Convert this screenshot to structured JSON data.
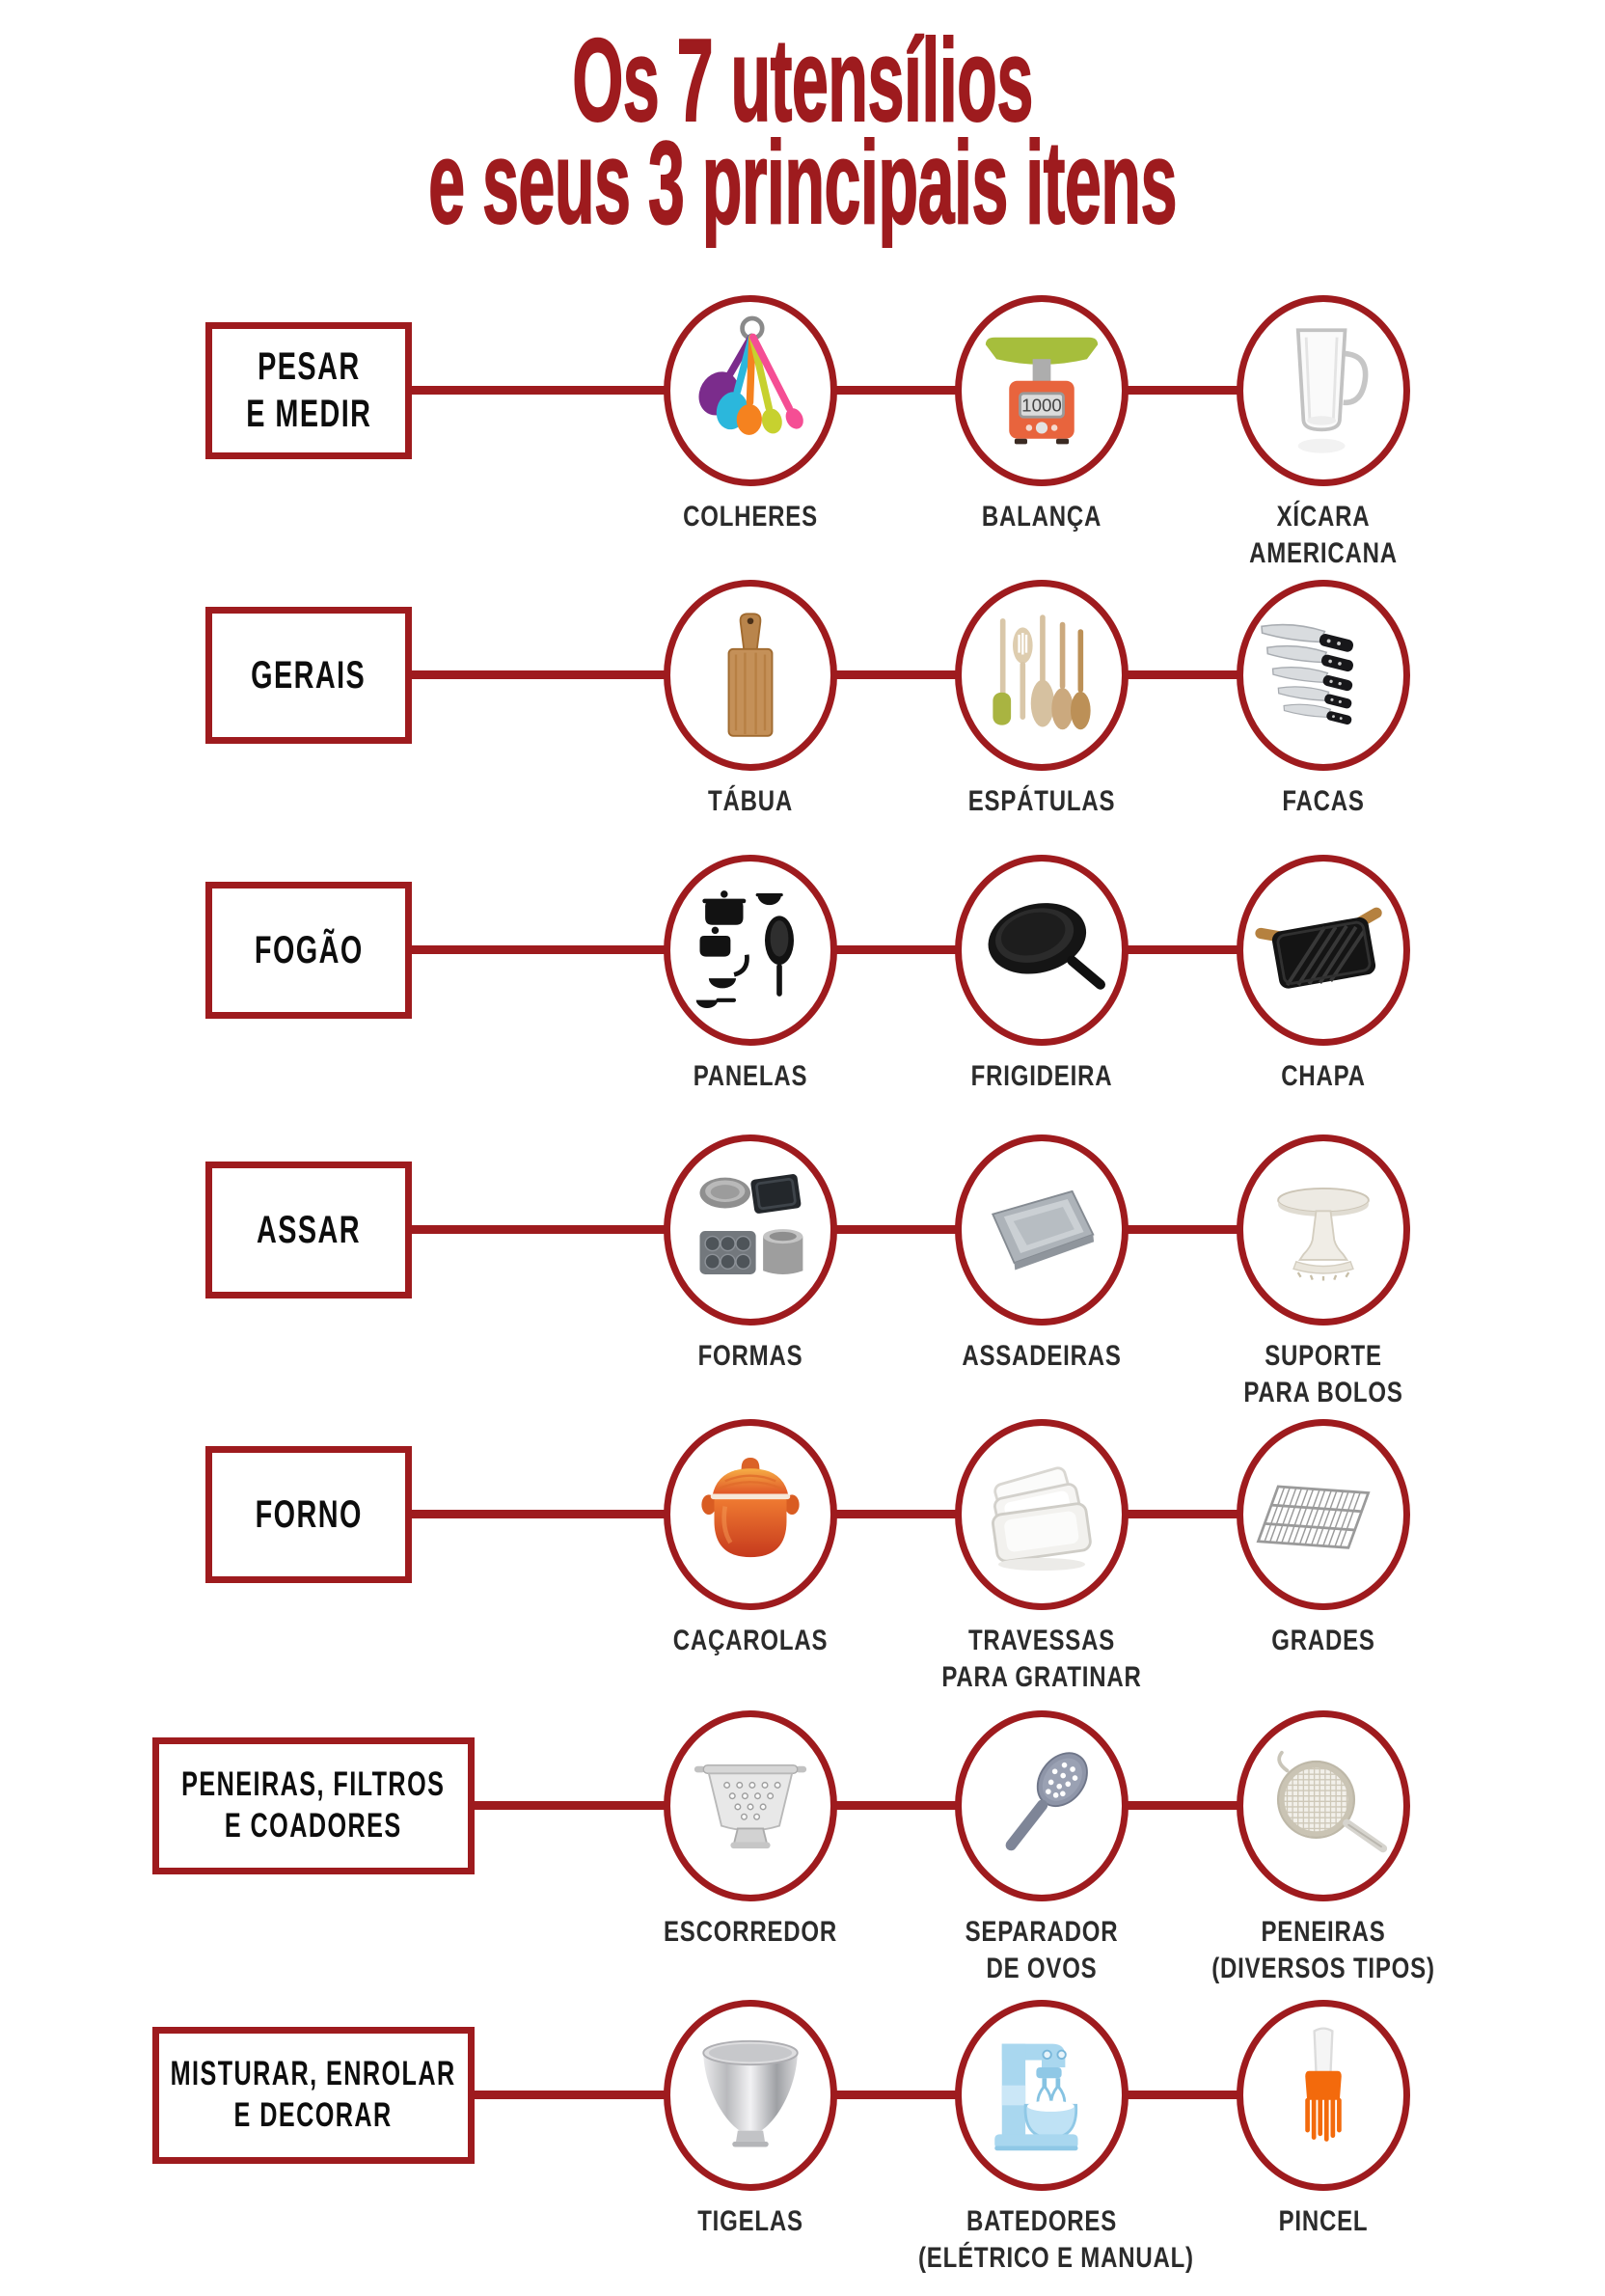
{
  "title": {
    "line1": "Os 7 utensílios",
    "line2": "e seus 3 principais itens"
  },
  "colors": {
    "accent": "#9E1B1E",
    "category_text": "#0D0D0D",
    "item_label_text": "#2B2B2B"
  },
  "rows": [
    {
      "category": "PESAR\nE MEDIR",
      "items": [
        {
          "label": "COLHERES",
          "icon": "measuring-spoons-icon"
        },
        {
          "label": "BALANÇA",
          "icon": "kitchen-scale-icon",
          "scale_display": "1000"
        },
        {
          "label": "XÍCARA\nAMERICANA",
          "icon": "glass-measuring-mug-icon"
        }
      ]
    },
    {
      "category": "GERAIS",
      "items": [
        {
          "label": "TÁBUA",
          "icon": "cutting-board-icon"
        },
        {
          "label": "ESPÁTULAS",
          "icon": "wooden-spatulas-icon"
        },
        {
          "label": "FACAS",
          "icon": "knife-set-icon"
        }
      ]
    },
    {
      "category": "FOGÃO",
      "items": [
        {
          "label": "PANELAS",
          "icon": "pots-icon"
        },
        {
          "label": "FRIGIDEIRA",
          "icon": "frying-pan-icon"
        },
        {
          "label": "CHAPA",
          "icon": "grill-plate-icon"
        }
      ]
    },
    {
      "category": "ASSAR",
      "items": [
        {
          "label": "FORMAS",
          "icon": "baking-tins-icon"
        },
        {
          "label": "ASSADEIRAS",
          "icon": "baking-tray-icon"
        },
        {
          "label": "SUPORTE\nPARA BOLOS",
          "icon": "cake-stand-icon"
        }
      ]
    },
    {
      "category": "FORNO",
      "items": [
        {
          "label": "CAÇAROLAS",
          "icon": "dutch-oven-icon"
        },
        {
          "label": "TRAVESSAS\nPARA GRATINAR",
          "icon": "gratin-dishes-icon"
        },
        {
          "label": "GRADES",
          "icon": "wire-rack-icon"
        }
      ]
    },
    {
      "category": "PENEIRAS, FILTROS\nE COADORES",
      "items": [
        {
          "label": "ESCORREDOR",
          "icon": "colander-icon"
        },
        {
          "label": "SEPARADOR\nDE OVOS",
          "icon": "slotted-spoon-icon"
        },
        {
          "label": "PENEIRAS\n(DIVERSOS TIPOS)",
          "icon": "sieve-icon"
        }
      ]
    },
    {
      "category": "MISTURAR, ENROLAR\nE DECORAR",
      "items": [
        {
          "label": "TIGELAS",
          "icon": "mixing-bowl-icon"
        },
        {
          "label": "BATEDORES\n(ELÉTRICO E MANUAL)",
          "icon": "stand-mixer-icon"
        },
        {
          "label": "PINCEL",
          "icon": "silicone-brush-icon"
        }
      ]
    }
  ]
}
